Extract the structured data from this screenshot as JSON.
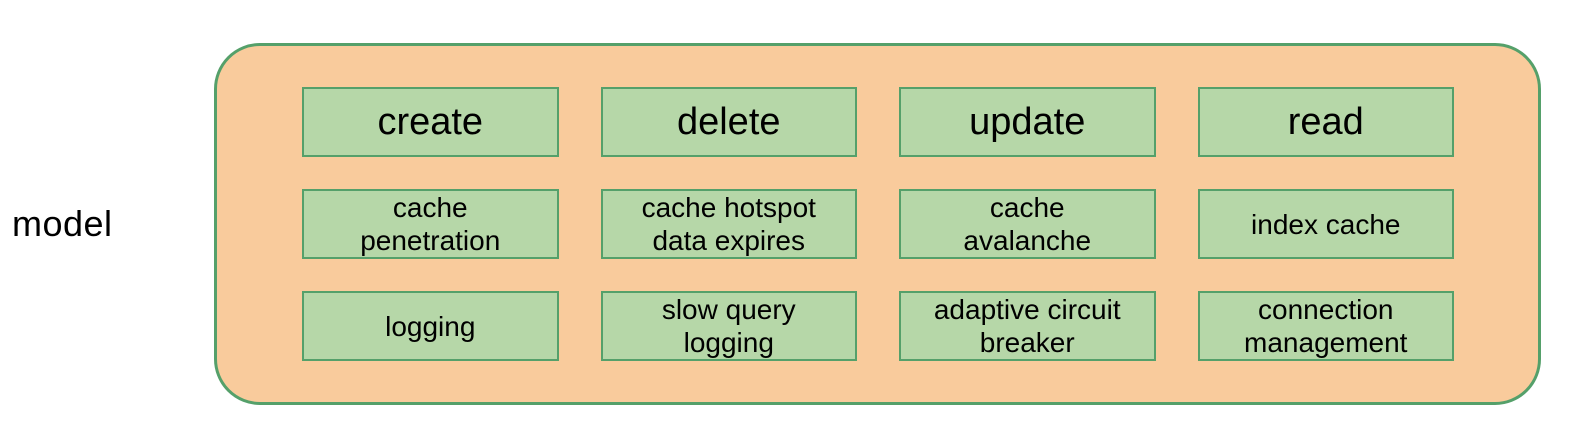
{
  "diagram": {
    "side_label": "model",
    "colors": {
      "container_fill": "#F9CB9C",
      "container_border": "#55A06A",
      "box_fill": "#B6D7A8",
      "box_border": "#55A06A",
      "text": "#000000"
    },
    "rows": [
      {
        "name": "crud-operations",
        "cells": [
          "create",
          "delete",
          "update",
          "read"
        ]
      },
      {
        "name": "cache-concerns",
        "cells": [
          "cache\npenetration",
          "cache hotspot\ndata expires",
          "cache\navalanche",
          "index cache"
        ]
      },
      {
        "name": "reliability-concerns",
        "cells": [
          "logging",
          "slow query\nlogging",
          "adaptive circuit\nbreaker",
          "connection\nmanagement"
        ]
      }
    ]
  }
}
